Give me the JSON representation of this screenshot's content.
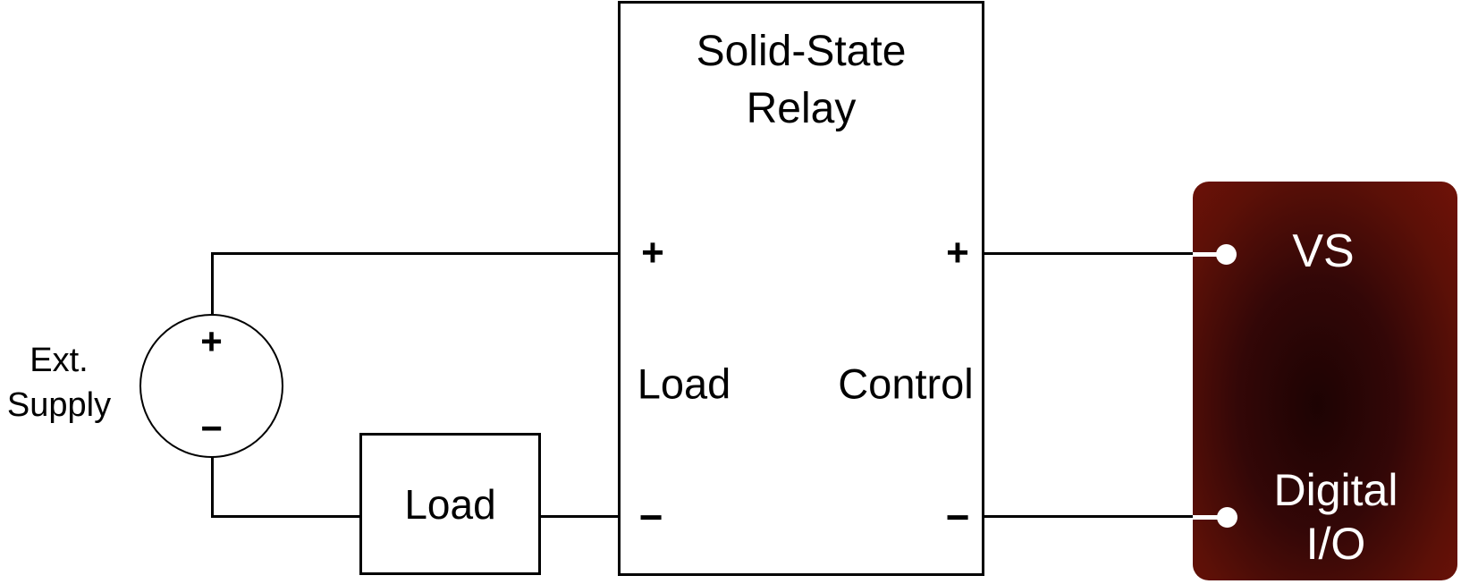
{
  "diagram": {
    "ext_supply": {
      "label_line1": "Ext.",
      "label_line2": "Supply",
      "plus": "+",
      "minus": "−"
    },
    "load": {
      "label": "Load"
    },
    "relay": {
      "title_line1": "Solid-State",
      "title_line2": "Relay",
      "load_plus": "+",
      "load_label": "Load",
      "load_minus": "−",
      "control_plus": "+",
      "control_label": "Control",
      "control_minus": "−"
    },
    "device": {
      "vs_label": "VS",
      "io_line1": "Digital",
      "io_line2": "I/O"
    },
    "colors": {
      "wire": "#000000",
      "device_edge": "#701208",
      "device_center": "#1d0303",
      "terminal_dot": "#ffffff",
      "text_on_device": "#ffffff"
    }
  }
}
